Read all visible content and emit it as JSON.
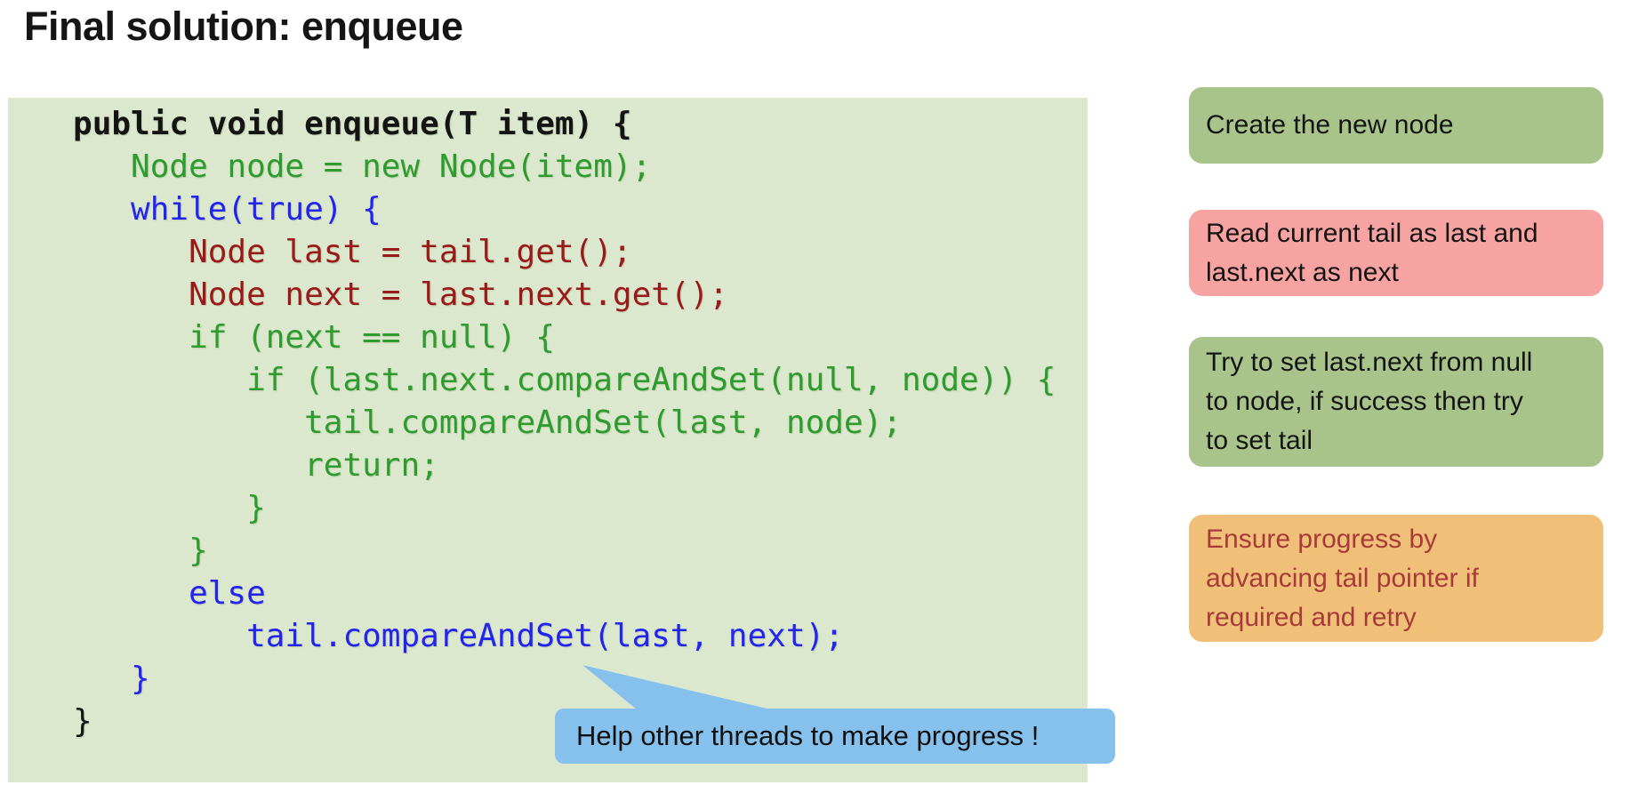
{
  "title": "Final solution: enqueue",
  "palette": {
    "code-bg": "#dce8cd",
    "code-black": "#141414",
    "code-green": "#2e9b2e",
    "code-darkred": "#9a1a1a",
    "code-blue": "#2424ef",
    "note-green": "#a9c48a",
    "note-pink": "#f7a3a1",
    "note-orange": "#f0c078",
    "note-orange-text": "#a93a3a",
    "note-text": "#141414",
    "callout-blue": "#85c1ec"
  },
  "code": {
    "lines": [
      {
        "text": "   public void enqueue(T item) {",
        "color": "black",
        "bold": true
      },
      {
        "text": "      Node node = new Node(item);",
        "color": "green"
      },
      {
        "text": "      while(true) {",
        "color": "blue"
      },
      {
        "text": "         Node last = tail.get();",
        "color": "darkred"
      },
      {
        "text": "         Node next = last.next.get();",
        "color": "darkred"
      },
      {
        "text": "         if (next == null) {",
        "color": "green"
      },
      {
        "text": "            if (last.next.compareAndSet(null, node)) {",
        "color": "green"
      },
      {
        "text": "               tail.compareAndSet(last, node);",
        "color": "green"
      },
      {
        "text": "               return;",
        "color": "green"
      },
      {
        "text": "            }",
        "color": "green"
      },
      {
        "text": "         }",
        "color": "green"
      },
      {
        "text": "         else",
        "color": "blue"
      },
      {
        "text": "            tail.compareAndSet(last, next);",
        "color": "blue"
      },
      {
        "text": "      }",
        "color": "blue"
      },
      {
        "text": "   }",
        "color": "black"
      }
    ]
  },
  "annotations": [
    {
      "text": "Create the new node",
      "variant": "green"
    },
    {
      "text": "Read current tail as last and\nlast.next as next",
      "variant": "pink"
    },
    {
      "text": "Try to set last.next from null\nto node, if success then try\nto set tail",
      "variant": "green"
    },
    {
      "text": "Ensure progress by\nadvancing tail pointer if\nrequired and retry",
      "variant": "orange"
    }
  ],
  "callout": {
    "text": "Help other threads to make progress !"
  }
}
